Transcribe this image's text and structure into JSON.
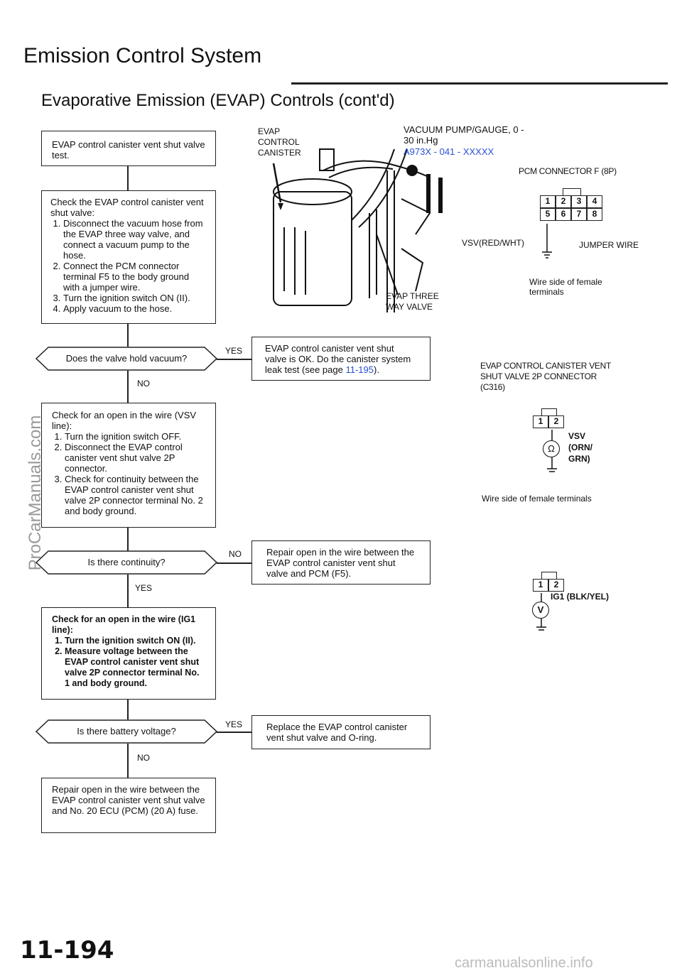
{
  "header": {
    "title": "Emission Control System",
    "subtitle": "Evaporative Emission (EVAP) Controls (cont'd)"
  },
  "flow": {
    "start": "EVAP control canister vent shut valve test.",
    "step1": {
      "title": "Check the EVAP control canister vent shut valve:",
      "items": [
        "Disconnect the vacuum hose from the EVAP three way valve, and connect a vacuum pump to the hose.",
        "Connect the PCM connector terminal F5 to the body ground with a jumper wire.",
        "Turn the ignition switch ON (II).",
        "Apply vacuum to the hose."
      ]
    },
    "q1": "Does the valve hold vacuum?",
    "q1_yes": "YES",
    "q1_no": "NO",
    "r1_pre": "EVAP control canister vent shut valve is OK. Do the canister system leak test (see page ",
    "r1_link": "11-195",
    "r1_post": ").",
    "step2": {
      "title": "Check for an open in the wire (VSV line):",
      "items": [
        "Turn the ignition switch OFF.",
        "Disconnect the EVAP control canister vent shut valve 2P connector.",
        "Check for continuity between the EVAP control canister vent shut valve 2P connector terminal No. 2 and body ground."
      ]
    },
    "q2": "Is there continuity?",
    "q2_no": "NO",
    "q2_yes": "YES",
    "r2": "Repair open in the wire between the EVAP control canister vent shut valve and PCM (F5).",
    "step3": {
      "title": "Check for an open in the wire (IG1 line):",
      "items": [
        "Turn the ignition switch ON (II).",
        "Measure voltage between the EVAP control canister vent shut valve 2P connector terminal No. 1 and body ground."
      ]
    },
    "q3": "Is there battery voltage?",
    "q3_yes": "YES",
    "q3_no": "NO",
    "r3": "Replace the EVAP control canister vent shut valve and O-ring.",
    "r4": "Repair open in the wire between the EVAP control canister vent shut valve and No. 20 ECU (PCM) (20 A) fuse."
  },
  "figure": {
    "canister_label": "EVAP CONTROL CANISTER",
    "pump_label": "VACUUM PUMP/GAUGE, 0 - 30 in.Hg",
    "pump_part": "A973X - 041 - XXXXX",
    "valve_label": "EVAP THREE WAY VALVE",
    "pcm_connector": "PCM CONNECTOR F (8P)",
    "pcm_pins": [
      "1",
      "2",
      "3",
      "4",
      "5",
      "6",
      "7",
      "8"
    ],
    "vsv_label": "VSV(RED/WHT)",
    "jumper": "JUMPER WIRE",
    "wire_side1": "Wire side of female terminals",
    "evap_conn": "EVAP CONTROL CANISTER VENT SHUT VALVE 2P CONNECTOR (C316)",
    "vsv2": "VSV (ORN/ GRN)",
    "ohm": "Ω",
    "wire_side2": "Wire side of female terminals",
    "ig1": "IG1 (BLK/YEL)",
    "volt": "V",
    "pin1": "1",
    "pin2": "2"
  },
  "footer": {
    "page_number": "11-194",
    "watermark_left": "ProCarManuals.com",
    "watermark_right": "carmanualsonline.info"
  }
}
